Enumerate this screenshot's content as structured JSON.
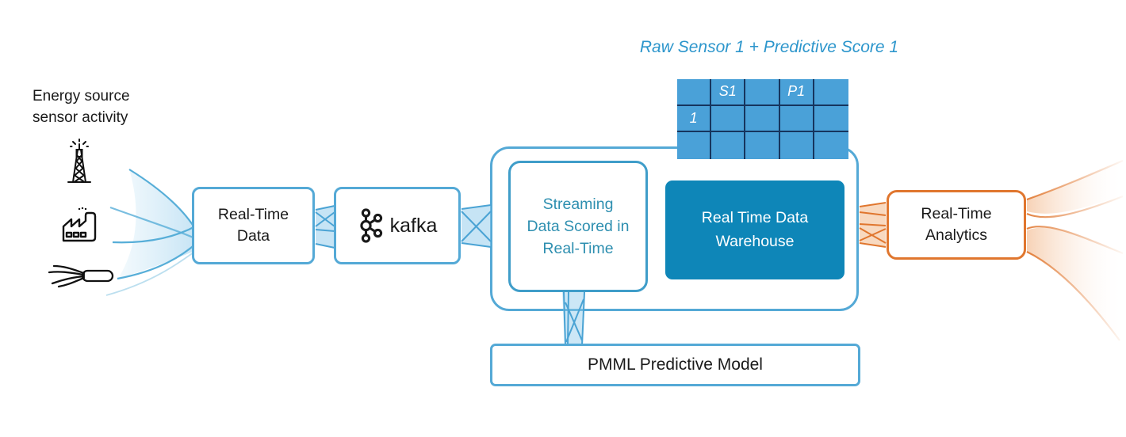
{
  "annotation": {
    "title": "Raw Sensor 1 + Predictive Score 1"
  },
  "sensor_table": {
    "rows": [
      [
        "",
        "S1",
        "",
        "P1",
        ""
      ],
      [
        "1",
        "",
        "",
        "",
        ""
      ],
      [
        "",
        "",
        "",
        "",
        ""
      ]
    ]
  },
  "source": {
    "label_line1": "Energy source",
    "label_line2": "sensor activity",
    "icons": [
      "transmission-tower",
      "factory",
      "cable"
    ]
  },
  "nodes": {
    "real_time_data": {
      "label": "Real-Time Data"
    },
    "kafka": {
      "label": "kafka"
    },
    "streaming": {
      "label": "Streaming Data Scored in Real-Time"
    },
    "warehouse": {
      "label": "Real Time Data Warehouse"
    },
    "analytics": {
      "label": "Real-Time Analytics"
    },
    "pmml": {
      "label": "PMML Predictive Model"
    }
  },
  "colors": {
    "accent_blue": "#54a9d6",
    "flow_blue": "#57aed8",
    "table_fill": "#4aa1d8",
    "table_grid": "#16355e",
    "warehouse_fill": "#0e86b8",
    "streaming_text": "#2e8fb0",
    "caption_text": "#2d96cc",
    "accent_orange": "#e0762e",
    "text_dark": "#1a1a1a"
  }
}
